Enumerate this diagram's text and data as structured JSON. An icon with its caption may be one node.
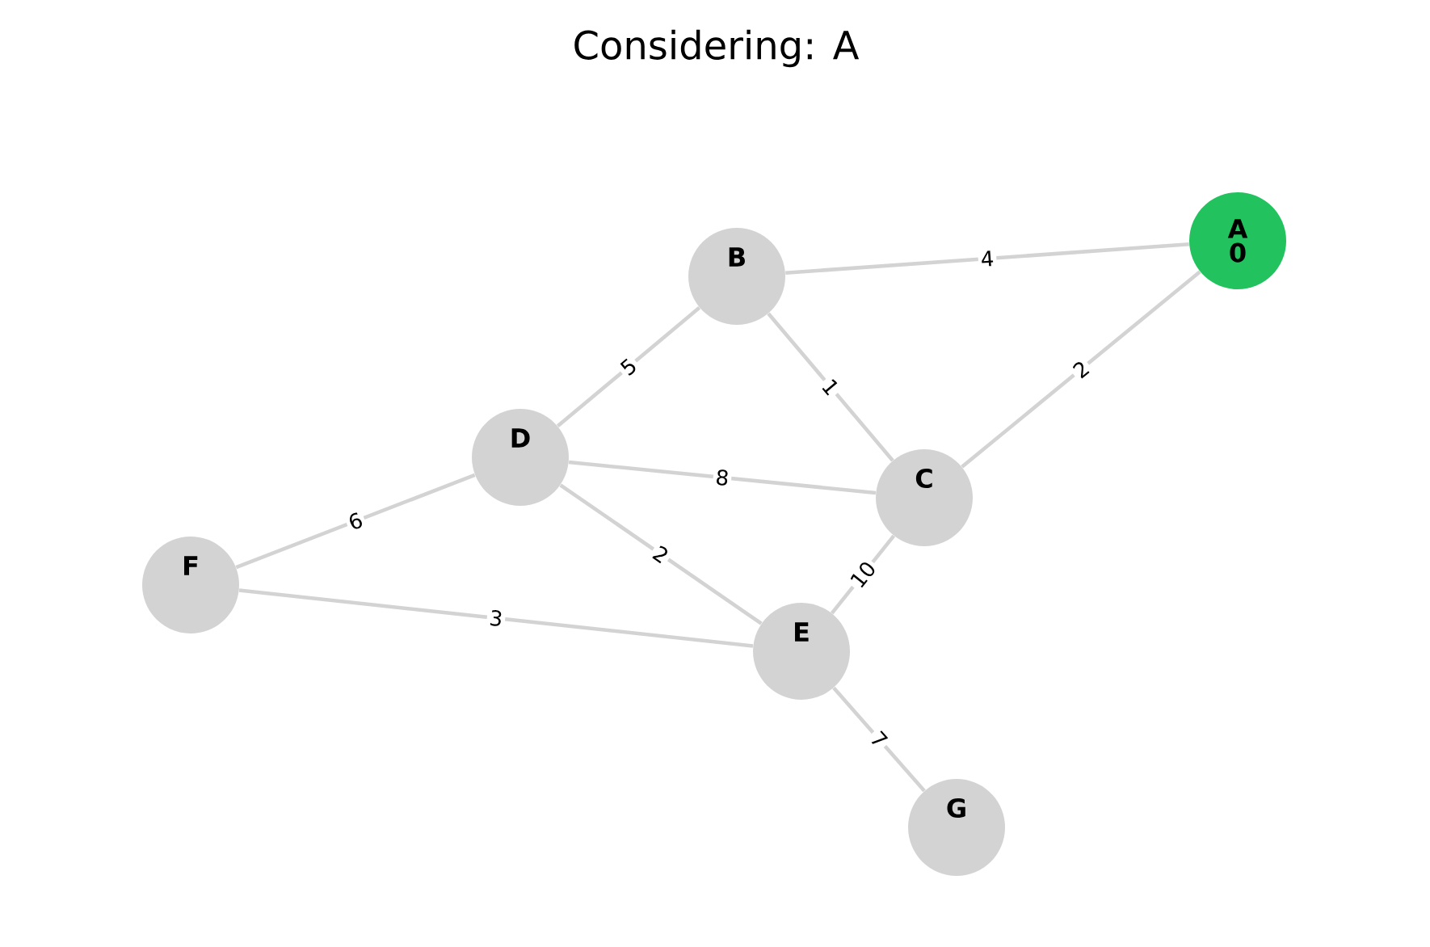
{
  "diagram": {
    "title": "Considering: A",
    "nodes": [
      {
        "text": [
          "B"
        ]
      },
      {
        "text": [
          "A",
          "0"
        ]
      },
      {
        "text": [
          "D"
        ]
      },
      {
        "text": [
          "C"
        ]
      },
      {
        "text": [
          "F"
        ]
      },
      {
        "text": [
          "E"
        ]
      },
      {
        "text": [
          "G"
        ]
      }
    ],
    "edges": [
      {
        "from": 0,
        "to": 1,
        "arrow": "none",
        "label": "4"
      },
      {
        "from": 1,
        "to": 3,
        "arrow": "none",
        "label": "2"
      },
      {
        "from": 2,
        "to": 0,
        "arrow": "none",
        "label": "5"
      },
      {
        "from": 0,
        "to": 3,
        "arrow": "none",
        "label": "1"
      },
      {
        "from": 2,
        "to": 3,
        "arrow": "none",
        "label": "8"
      },
      {
        "from": 4,
        "to": 2,
        "arrow": "none",
        "label": "6"
      },
      {
        "from": 2,
        "to": 5,
        "arrow": "none",
        "label": "2"
      },
      {
        "from": 5,
        "to": 3,
        "arrow": "none",
        "label": "10"
      },
      {
        "from": 4,
        "to": 5,
        "arrow": "none",
        "label": "3"
      },
      {
        "from": 5,
        "to": 6,
        "arrow": "none",
        "label": "7"
      }
    ]
  }
}
